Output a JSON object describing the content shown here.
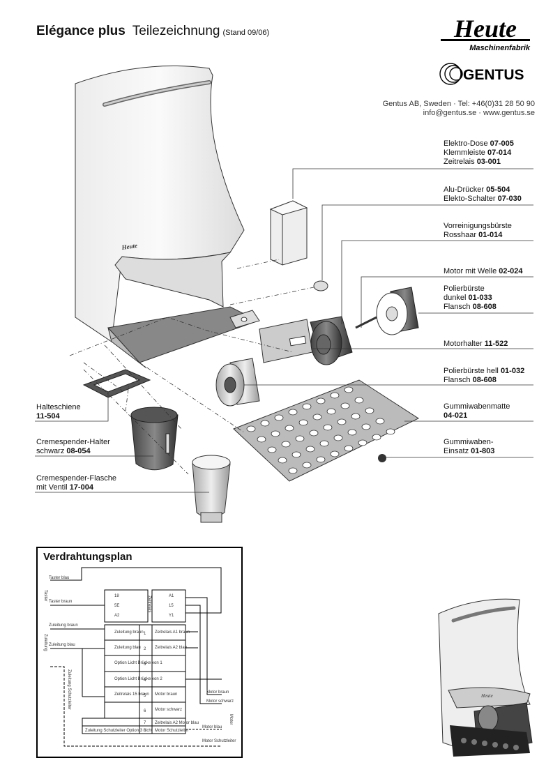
{
  "header": {
    "product": "Elégance plus",
    "doc_title": "Teilezeichnung",
    "stand": "(Stand 09/06)"
  },
  "logos": {
    "heute_name": "Heute",
    "heute_sub": "Maschinenfabrik",
    "gentus_name": "GENTUS"
  },
  "contact": {
    "line1": "Gentus AB, Sweden  ·  Tel: +46(0)31 28 50 90",
    "line2": "info@gentus.se  ·  www.gentus.se"
  },
  "parts_right": [
    {
      "lines": [
        [
          "Elektro-Dose ",
          "07-005"
        ],
        [
          "Klemmleiste ",
          "07-014"
        ],
        [
          "Zeitrelais ",
          "03-001"
        ]
      ]
    },
    {
      "lines": [
        [
          "Alu-Drücker ",
          "05-504"
        ],
        [
          "Elekto-Schalter ",
          "07-030"
        ]
      ]
    },
    {
      "lines": [
        [
          "Vorreinigungsbürste",
          ""
        ],
        [
          "Rosshaar ",
          "01-014"
        ]
      ]
    },
    {
      "lines": [
        [
          "Motor mit Welle ",
          "02-024"
        ]
      ]
    },
    {
      "lines": [
        [
          "Polierbürste",
          ""
        ],
        [
          "dunkel ",
          "01-033"
        ],
        [
          "Flansch ",
          "08-608"
        ]
      ]
    },
    {
      "lines": [
        [
          "Motorhalter ",
          "11-522"
        ]
      ]
    },
    {
      "lines": [
        [
          "Polierbürste hell ",
          "01-032"
        ],
        [
          "Flansch ",
          "08-608"
        ]
      ]
    },
    {
      "lines": [
        [
          "Gummiwabenmatte",
          ""
        ],
        [
          "",
          "04-021"
        ]
      ]
    },
    {
      "lines": [
        [
          "Gummiwaben-",
          ""
        ],
        [
          "Einsatz ",
          "01-803"
        ]
      ]
    }
  ],
  "parts_left": [
    {
      "lines": [
        [
          "Halteschiene",
          ""
        ],
        [
          "",
          "11-504"
        ]
      ]
    },
    {
      "lines": [
        [
          "Cremespender-Halter",
          ""
        ],
        [
          "schwarz ",
          "08-054"
        ]
      ]
    },
    {
      "lines": [
        [
          "Cremespender-Flasche",
          ""
        ],
        [
          "mit Ventil ",
          "17-004"
        ]
      ]
    }
  ],
  "wiring": {
    "title": "Verdrahtungsplan",
    "left_labels": [
      "Taster blau",
      "Taster braun",
      "Zuleitung braun",
      "Zuleitung blau"
    ],
    "side_labels": [
      "Taster",
      "Zuleitung",
      "Zuleitung Schutzleiter",
      "Motor"
    ],
    "center_label": "Zeitrelais",
    "left_terminals": [
      "18",
      "5E",
      "A2",
      "Zuleitung braun",
      "Zuleitung blau",
      "Option Licht Brücke von 1",
      "Option Licht Brücke von 2",
      "Zeitrelais 15 braun",
      ""
    ],
    "numbers": [
      "1",
      "2",
      "3",
      "4",
      "5",
      "6",
      "7",
      "8"
    ],
    "right_terminals": [
      "A1",
      "15",
      "Y1",
      "Zeitrelais A1 braun",
      "Zeitrelais A2 blau",
      "",
      "",
      "Motor braun",
      "Motor schwarz",
      "Zeitrelais A2 Motor blau",
      "Motor Schutzleiter"
    ],
    "right_labels": [
      "Motor braun",
      "Motor schwarz",
      "Motor blau",
      "Motor Schutzleiter"
    ],
    "bottom_terminal": "Zuleitung Schutzleiter Option 3 Licht"
  }
}
